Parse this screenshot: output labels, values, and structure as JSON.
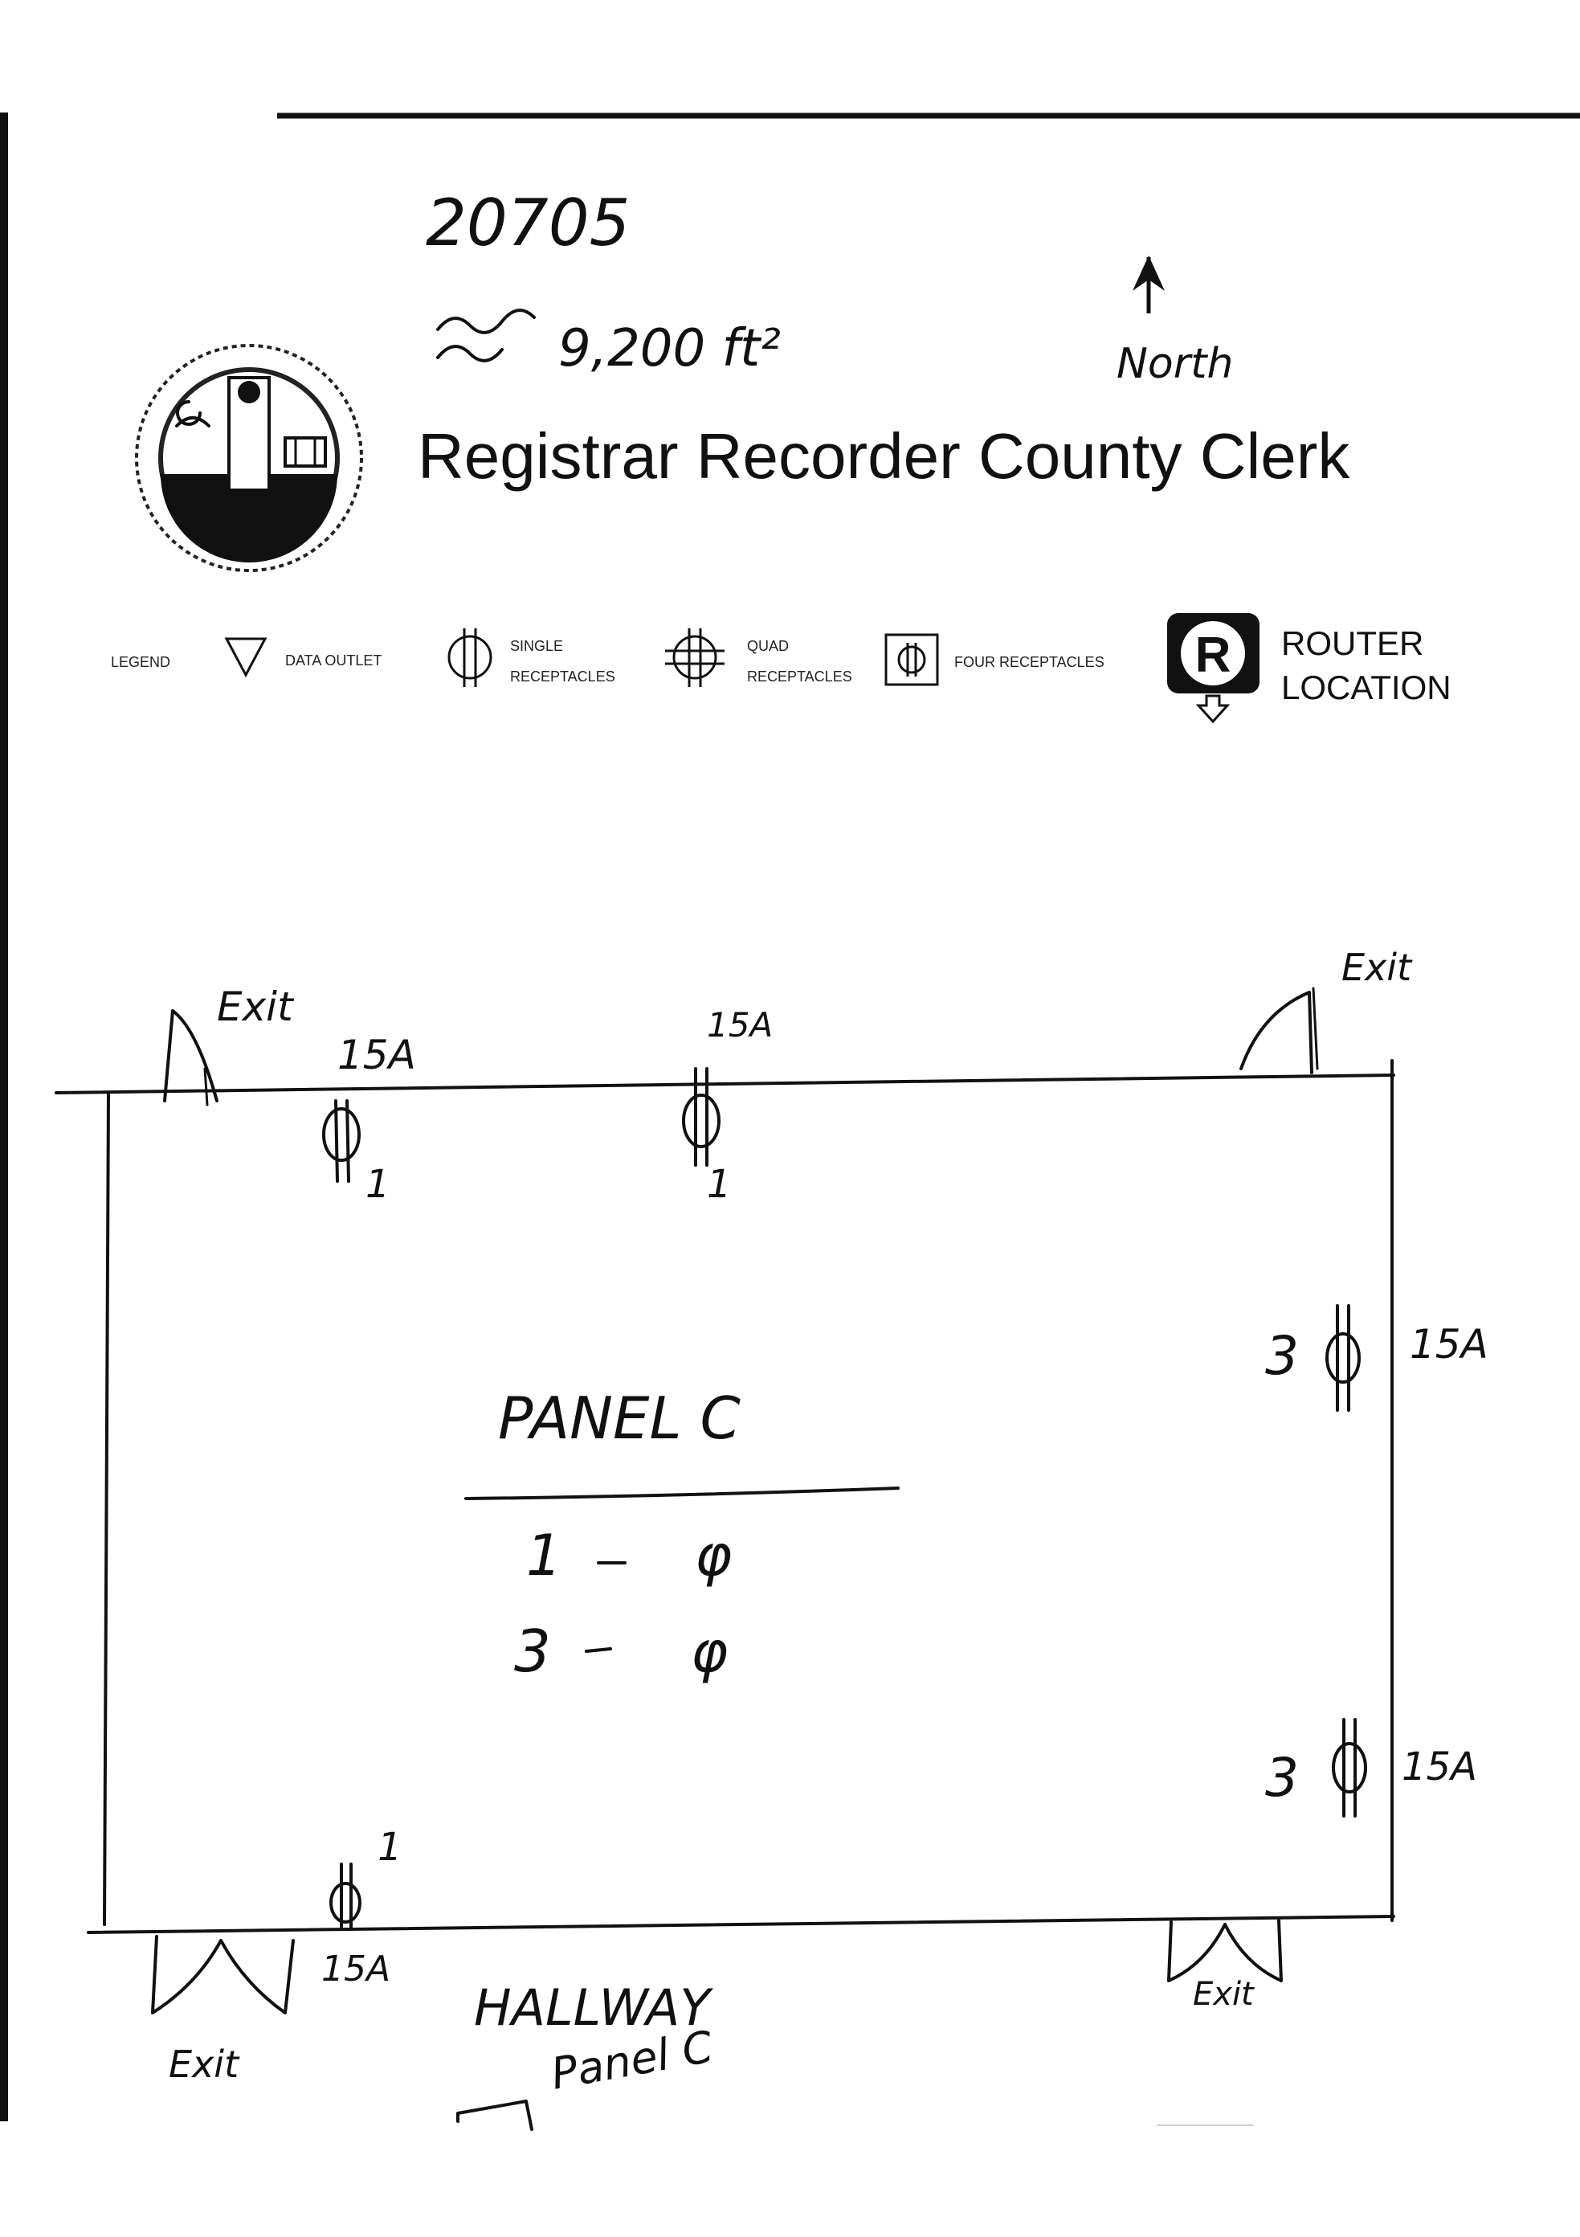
{
  "header": {
    "handwritten_id": "20705",
    "area": "9,200 ft²",
    "north_label": "North",
    "org_title": "Registrar Recorder County Clerk"
  },
  "legend": {
    "title": "LEGEND",
    "items": [
      {
        "icon": "triangle-icon",
        "label": "DATA OUTLET"
      },
      {
        "icon": "single-receptacle-icon",
        "label_line1": "SINGLE",
        "label_line2": "RECEPTACLES"
      },
      {
        "icon": "quad-receptacle-icon",
        "label_line1": "QUAD",
        "label_line2": "RECEPTACLES"
      },
      {
        "icon": "four-receptacle-icon",
        "label": "FOUR RECEPTACLES"
      }
    ],
    "router": {
      "badge": "R",
      "label_line1": "ROUTER",
      "label_line2": "LOCATION"
    }
  },
  "floorplan": {
    "exits": {
      "top_left": "Exit",
      "top_right": "Exit",
      "bottom_left": "Exit",
      "bottom_right": "Exit"
    },
    "receptacles": {
      "top_left": {
        "amps": "15A",
        "count": "1"
      },
      "top_mid": {
        "amps": "15A",
        "count": "1"
      },
      "right_upper": {
        "amps": "15A",
        "count": "3"
      },
      "right_lower": {
        "amps": "15A",
        "count": "3"
      },
      "bottom_left": {
        "amps": "15A",
        "count": "1"
      }
    },
    "panel": {
      "title": "PANEL C",
      "line1_num": "1",
      "line1_sym": "φ",
      "line2_num": "3",
      "line2_sym": "φ"
    },
    "hallway": "HALLWAY",
    "panel_note": "Panel C"
  }
}
